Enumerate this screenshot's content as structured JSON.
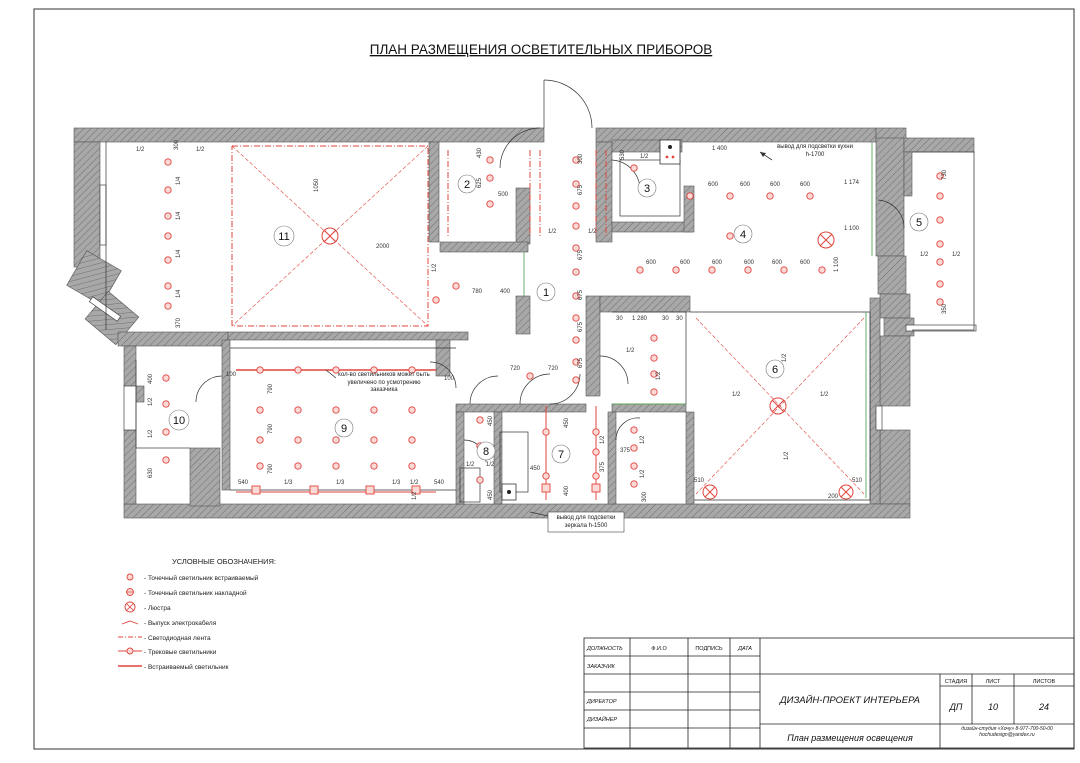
{
  "title": "ПЛАН РАЗМЕЩЕНИЯ ОСВЕТИТЕЛЬНЫХ ПРИБОРОВ",
  "colors": {
    "wall": "#9a9a9a",
    "light": "#e0443c",
    "line": "#222222",
    "green": "#5aa55a"
  },
  "rooms": [
    {
      "num": "1"
    },
    {
      "num": "2"
    },
    {
      "num": "3"
    },
    {
      "num": "4"
    },
    {
      "num": "5"
    },
    {
      "num": "6"
    },
    {
      "num": "7"
    },
    {
      "num": "8"
    },
    {
      "num": "9"
    },
    {
      "num": "10"
    },
    {
      "num": "11"
    }
  ],
  "notes": {
    "kitchen_outlet": "вывод для подсветки кухни h-1700",
    "bathroom_outlet": "вывод для подсветки зеркала h-1500",
    "room9_note": "кол-во светильников может быть увеличено по усмотрению заказчика"
  },
  "legend": {
    "heading": "УСЛОВНЫЕ ОБОЗНАЧЕНИЯ:",
    "items": [
      {
        "icon": "recessed-spot-icon",
        "label": "- Точечный светильник встраиваемый"
      },
      {
        "icon": "surface-spot-icon",
        "label": "- Точечный светильник накладной"
      },
      {
        "icon": "chandelier-icon",
        "label": "- Люстра"
      },
      {
        "icon": "cable-outlet-icon",
        "label": "- Выпуск электрокабеля"
      },
      {
        "icon": "led-strip-icon",
        "label": "- Светодиодная лента"
      },
      {
        "icon": "track-light-icon",
        "label": "- Трековые светильники"
      },
      {
        "icon": "built-in-light-icon",
        "label": "- Встраиваемый светильник"
      }
    ]
  },
  "title_block": {
    "headers": [
      "ДОЛЖНОСТЬ",
      "Ф.И.О",
      "ПОДПИСЬ",
      "ДАТА"
    ],
    "roles": [
      "ЗАКАЗЧИК",
      "ДИРЕКТОР",
      "ДИЗАЙНЕР"
    ],
    "project": "ДИЗАЙН-ПРОЕКТ ИНТЕРЬЕРА",
    "sheet_name": "План размещения освещения",
    "stage_label": "СТАДИЯ",
    "sheet_label": "ЛИСТ",
    "sheets_label": "ЛИСТОВ",
    "stage": "ДП",
    "sheet": "10",
    "sheets": "24",
    "studio": "дизайн-студия «Хочу» 8-977-700-50-00 hochudesign@yandex.ru"
  }
}
